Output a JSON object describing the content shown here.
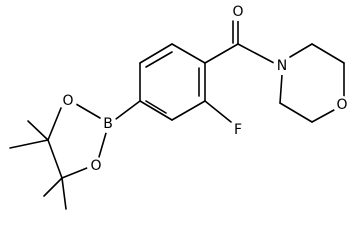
{
  "molecule": {
    "atoms": {
      "oxygen_carbonyl": "O",
      "nitrogen_morpholine": "N",
      "oxygen_morpholine": "O",
      "fluorine": "F",
      "boron": "B",
      "oxygen_dioxaborolane_top": "O",
      "oxygen_dioxaborolane_bottom": "O"
    }
  },
  "colors": {
    "bond": "#000000",
    "text": "#000000",
    "background": "#ffffff"
  }
}
